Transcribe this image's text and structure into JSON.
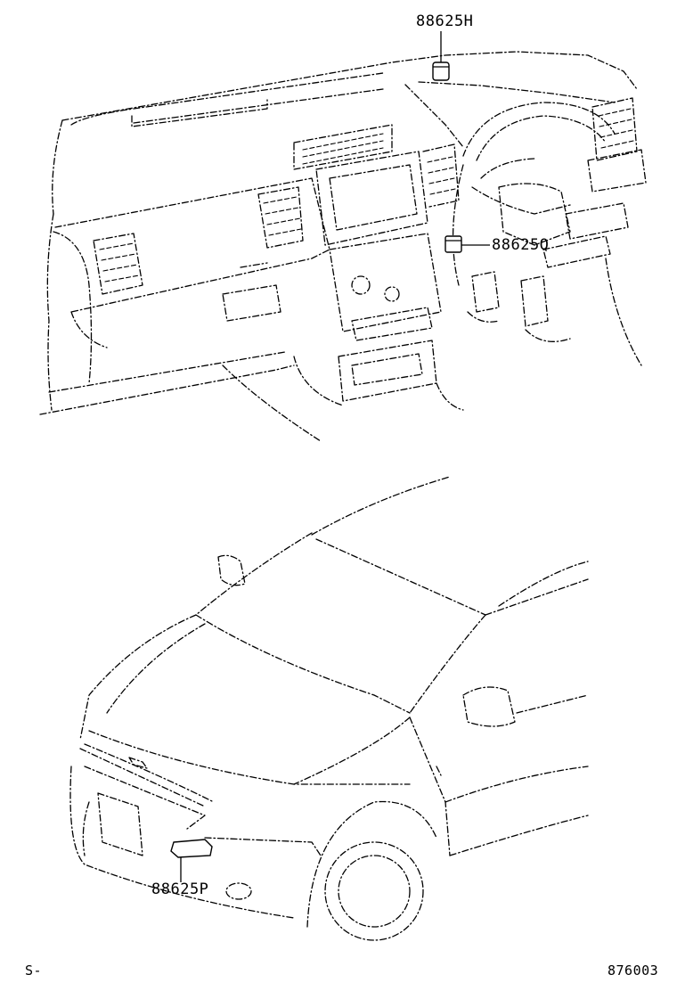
{
  "parts": {
    "top": "88625H",
    "middle": "88625Q",
    "bottom": "88625P"
  },
  "footer": {
    "left": "S-",
    "right": "876003"
  }
}
